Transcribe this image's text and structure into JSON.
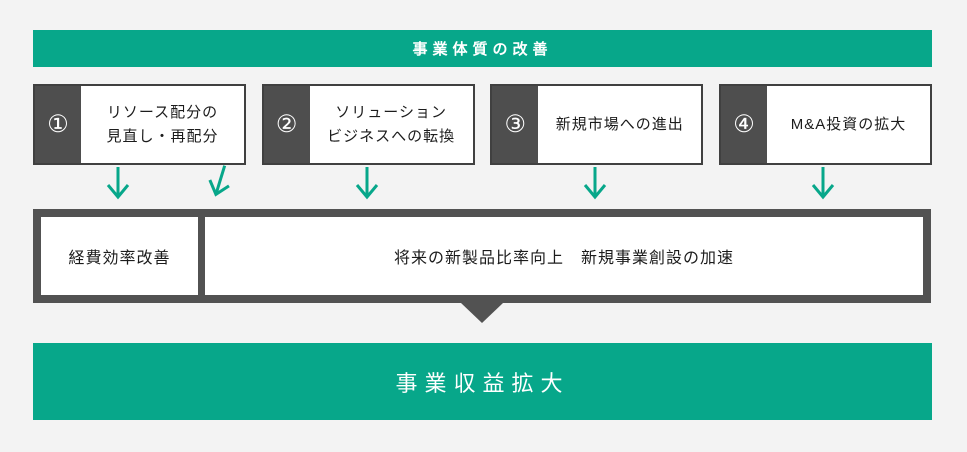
{
  "colors": {
    "teal": "#07a78a",
    "dark_gray": "#525252",
    "box_border": "#404040",
    "background": "#f3f3f3",
    "white": "#ffffff"
  },
  "header": {
    "title": "事業体質の改善"
  },
  "measures": [
    {
      "number": "①",
      "lines": [
        "リソース配分の",
        "見直し・再配分"
      ]
    },
    {
      "number": "②",
      "lines": [
        "ソリューション",
        "ビジネスへの転換"
      ]
    },
    {
      "number": "③",
      "lines": [
        "新規市場への進出"
      ]
    },
    {
      "number": "④",
      "lines": [
        "M&A投資の拡大"
      ]
    }
  ],
  "outcomes": {
    "left": "経費効率改善",
    "right": "将来の新製品比率向上　新規事業創設の加速"
  },
  "footer": {
    "title": "事業収益拡大"
  }
}
